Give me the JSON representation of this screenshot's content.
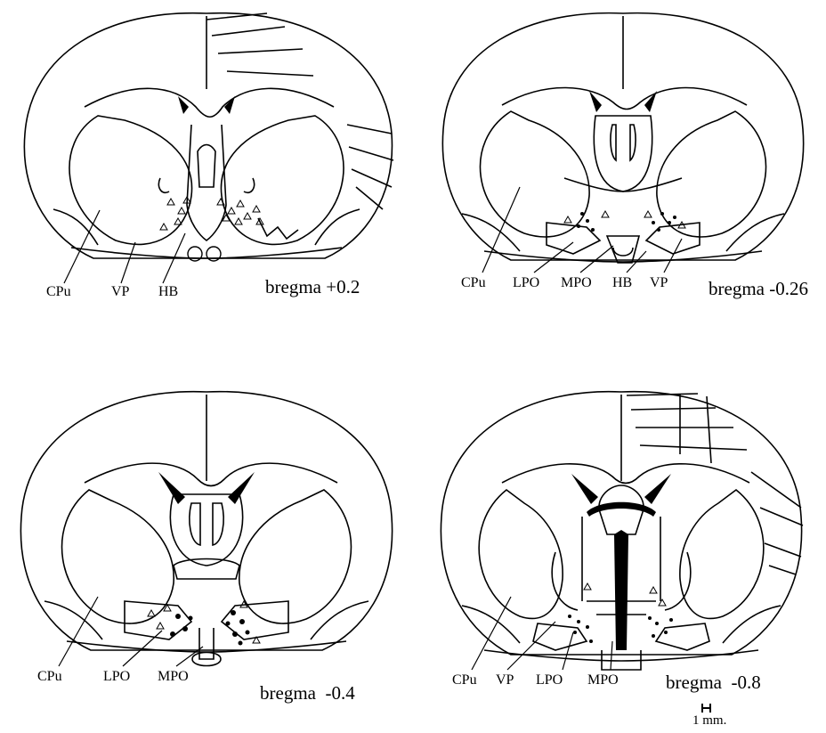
{
  "figure": {
    "panels": [
      {
        "section": "bregma +0.2",
        "labels": [
          "CPu",
          "VP",
          "HB"
        ]
      },
      {
        "section": "bregma -0.26",
        "labels": [
          "CPu",
          "LPO",
          "MPO",
          "HB",
          "VP"
        ]
      },
      {
        "section": "bregma  -0.4",
        "labels": [
          "CPu",
          "LPO",
          "MPO"
        ]
      },
      {
        "section": "bregma  -0.8",
        "labels": [
          "CPu",
          "VP",
          "LPO",
          "MPO"
        ]
      }
    ],
    "scale_label": "1 mm.",
    "marker_symbols": {
      "triangle": "Δ",
      "dot": "•"
    }
  }
}
